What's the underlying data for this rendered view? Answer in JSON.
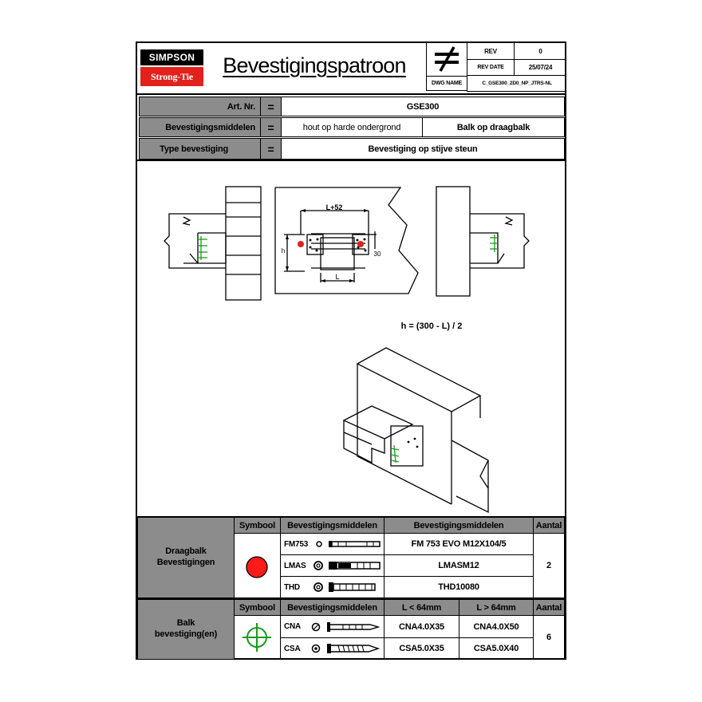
{
  "brand": {
    "line1": "SIMPSON",
    "line2": "Strong-Tie",
    "line2_color": "#e2201c"
  },
  "header": {
    "title": "Bevestigingspatroon",
    "rev_label": "REV",
    "rev_value": "0",
    "rev_date_label": "REV DATE",
    "rev_date_value": "25/07/24",
    "dwg_label": "DWG NAME",
    "dwg_value": "C_GSE300_2D0_NP_JTRS-NL",
    "symbol": "not-equal-icon"
  },
  "info": {
    "eq": "=",
    "art_label": "Art. Nr.",
    "art_value": "GSE300",
    "fastener_label": "Bevestigingsmiddelen",
    "fastener_value_1": "hout op harde ondergrond",
    "fastener_value_2": "Balk op draagbalk",
    "type_label": "Type bevestiging",
    "type_value": "Bevestiging op stijve steun"
  },
  "drawing": {
    "dim_L52": "L+52",
    "dim_h": "h",
    "dim_30": "30",
    "dim_L": "L",
    "formula": "h = (300 - L) / 2",
    "marker_color": "#e2201c",
    "nail_color": "#1a9a1a"
  },
  "table1": {
    "group_line1": "Draagbalk",
    "group_line2": "Bevestigingen",
    "h_symbool": "Symbool",
    "h_middelen": "Bevestigingsmiddelen",
    "h_middelen2": "Bevestigingsmiddelen",
    "h_aantal": "Aantal",
    "rows": [
      {
        "code": "FM753",
        "product": "FM 753 EVO M12X104/5"
      },
      {
        "code": "LMAS",
        "product": "LMASM12"
      },
      {
        "code": "THD",
        "product": "THD10080"
      }
    ],
    "aantal": "2",
    "symbol_color": "#ff1a1a"
  },
  "table2": {
    "group_line1": "Balk",
    "group_line2": "bevestiging(en)",
    "h_symbool": "Symbool",
    "h_middelen": "Bevestigingsmiddelen",
    "h_lt": "L < 64mm",
    "h_gt": "L > 64mm",
    "h_aantal": "Aantal",
    "rows": [
      {
        "code": "CNA",
        "lt": "CNA4.0X35",
        "gt": "CNA4.0X50"
      },
      {
        "code": "CSA",
        "lt": "CSA5.0X35",
        "gt": "CSA5.0X40"
      }
    ],
    "aantal": "6",
    "symbol_color": "#1a9a1a"
  }
}
